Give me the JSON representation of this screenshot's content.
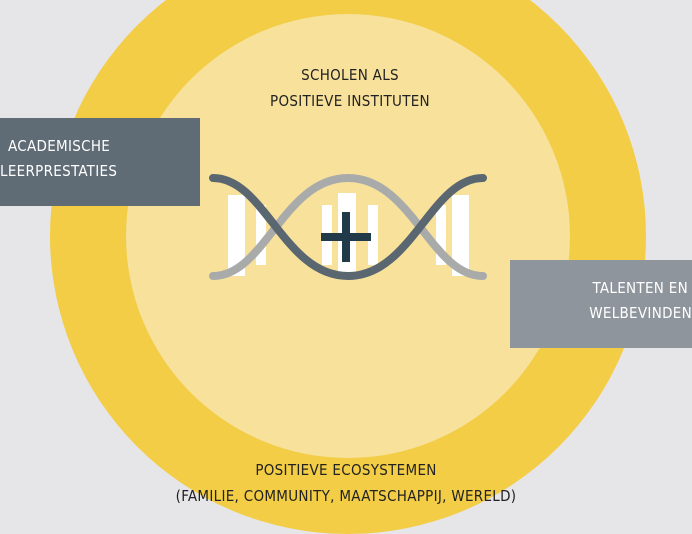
{
  "rings": {
    "inner_title_line1": "SCHOLEN ALS",
    "inner_title_line2": "POSITIEVE INSTITUTEN",
    "outer_title_line1": "POSITIEVE ECOSYSTEMEN",
    "outer_title_line2": "(FAMILIE, COMMUNITY, MAATSCHAPPIJ, WERELD)"
  },
  "boxes": {
    "left_line1": "ACADEMISCHE",
    "left_line2": "LEERPRESTATIES",
    "right_line1": "TALENTEN EN",
    "right_line2": "WELBEVINDEN"
  },
  "center_symbol": "+",
  "colors": {
    "background": "#e6e6e8",
    "outer_ring": "#f2cd45",
    "inner_disc": "#f7e19b",
    "left_box": "#5f6b75",
    "right_box": "#8f959c",
    "strand_dark": "#5a6670",
    "strand_light": "#a9abab",
    "plus": "#213a4a"
  },
  "icons": [
    "dna-helix-icon",
    "plus-icon"
  ]
}
